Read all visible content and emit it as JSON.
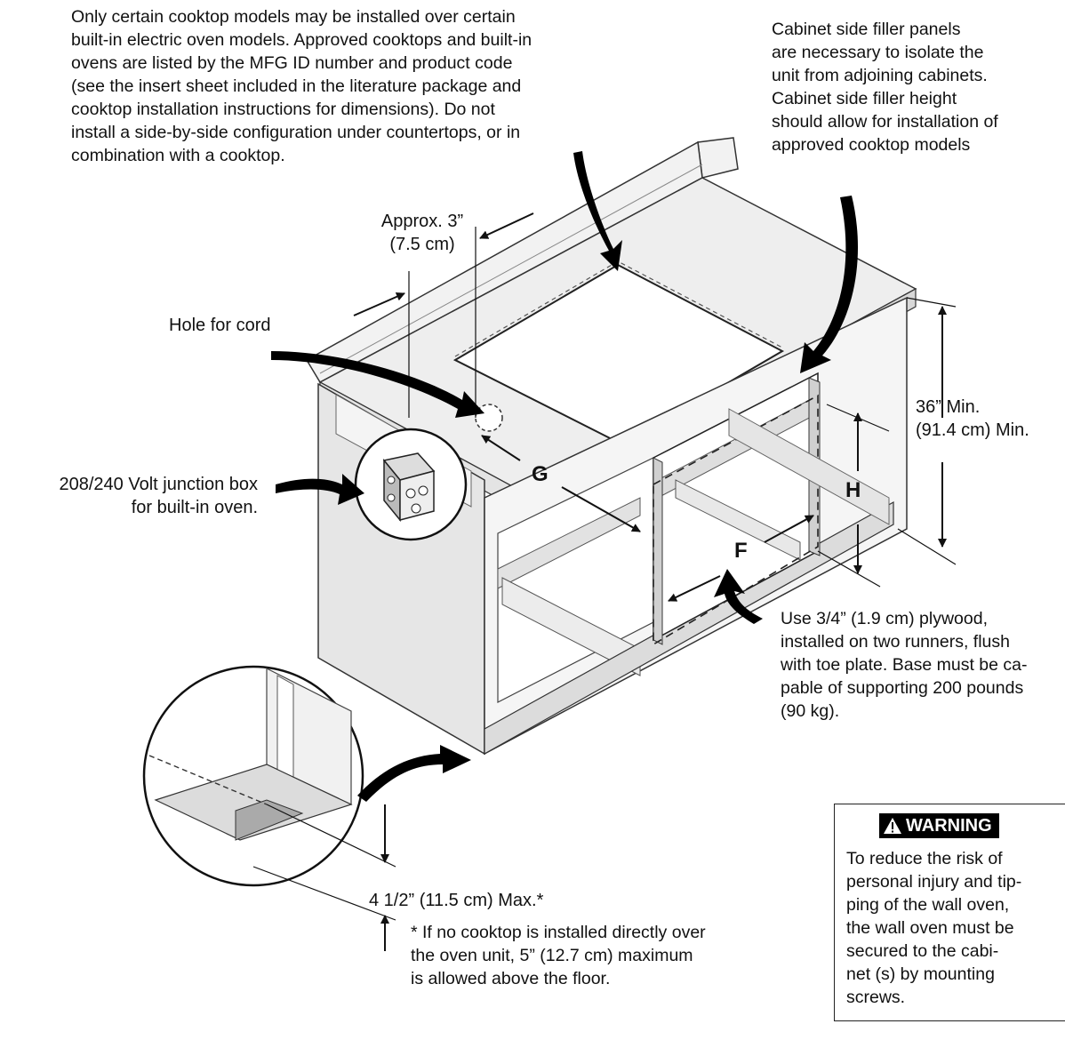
{
  "notes": {
    "cooktop_models": "Only certain cooktop models may be installed over certain\nbuilt-in electric oven models. Approved cooktops and built-in\novens are listed by the MFG ID number and product code\n(see the insert sheet included in the literature package and\ncooktop installation instructions for dimensions). Do not\ninstall a side-by-side configuration under countertops, or in\ncombination with a cooktop.",
    "filler_panels": "Cabinet side filler panels\nare necessary to isolate the\nunit from adjoining cabinets.\nCabinet side filler height\nshould allow for installation of\napproved cooktop models",
    "plywood": "Use 3/4” (1.9 cm) plywood,\ninstalled on two runners, flush\nwith toe plate. Base must be ca-\npable of supporting 200 pounds\n(90 kg).",
    "footnote": "*  If no cooktop is installed directly over\n    the oven unit, 5” (12.7 cm) maximum\n    is allowed above the floor."
  },
  "labels": {
    "approx": "Approx. 3”\n(7.5 cm)",
    "hole_for_cord": "Hole for cord",
    "junction_box": "208/240 Volt junction box\nfor built-in oven.",
    "min_height": "36” Min.\n(91.4 cm) Min.",
    "max_toe": "4 1/2” (11.5 cm) Max.*",
    "dim_g": "G",
    "dim_h": "H",
    "dim_f": "F"
  },
  "warning": {
    "title": "WARNING",
    "icon": "warning-triangle-icon",
    "text": "To reduce the risk of\npersonal injury and tip-\nping of the wall oven,\nthe wall oven must be\nsecured to the cabi-\nnet (s) by mounting\nscrews."
  }
}
